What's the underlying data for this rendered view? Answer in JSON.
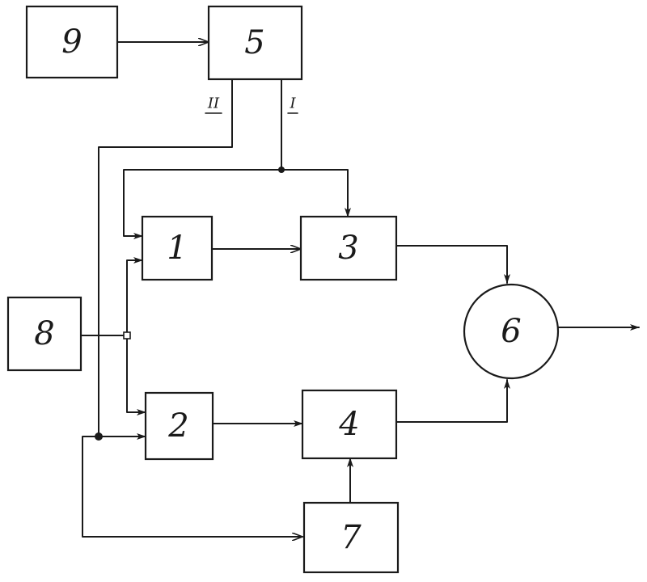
{
  "blocks": [
    {
      "id": "block-9",
      "label": "9"
    },
    {
      "id": "block-5",
      "label": "5"
    },
    {
      "id": "block-1",
      "label": "1"
    },
    {
      "id": "block-3",
      "label": "3"
    },
    {
      "id": "block-8",
      "label": "8"
    },
    {
      "id": "block-2",
      "label": "2"
    },
    {
      "id": "block-4",
      "label": "4"
    },
    {
      "id": "block-7",
      "label": "7"
    },
    {
      "id": "block-6",
      "label": "6"
    }
  ],
  "channels": {
    "left": "II",
    "right": "I"
  }
}
